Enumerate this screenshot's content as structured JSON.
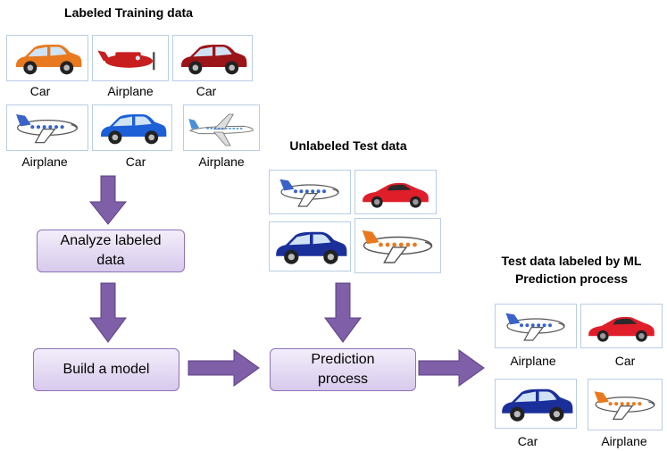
{
  "training": {
    "title": "Labeled Training data",
    "items": [
      {
        "label": "Car",
        "icon": "orange-suv-icon",
        "color": "#e8791f"
      },
      {
        "label": "Airplane",
        "icon": "red-propeller-plane-icon",
        "color": "#c81e1e"
      },
      {
        "label": "Car",
        "icon": "red-sedan-icon",
        "color": "#9b1418"
      },
      {
        "label": "Airplane",
        "icon": "cartoon-airplane-icon",
        "color": "#3a63c9"
      },
      {
        "label": "Car",
        "icon": "blue-sedan-icon",
        "color": "#1d5fd6"
      },
      {
        "label": "Airplane",
        "icon": "jet-airliner-icon",
        "color": "#4a90d9"
      }
    ]
  },
  "test": {
    "title": "Unlabeled Test data",
    "items": [
      {
        "icon": "cartoon-airplane-icon",
        "color": "#3a63c9"
      },
      {
        "icon": "red-sports-car-icon",
        "color": "#e01e2a"
      },
      {
        "icon": "blue-coupe-icon",
        "color": "#1b2f9a"
      },
      {
        "icon": "orange-cartoon-plane-icon",
        "color": "#e8791f"
      }
    ]
  },
  "steps": {
    "analyze": "Analyze labeled data",
    "build": "Build a model",
    "predict": "Prediction process"
  },
  "result": {
    "title": "Test data labeled by  ML Prediction process",
    "items": [
      {
        "label": "Airplane",
        "icon": "cartoon-airplane-icon",
        "color": "#3a63c9"
      },
      {
        "label": "Car",
        "icon": "red-sports-car-icon",
        "color": "#e01e2a"
      },
      {
        "label": "Car",
        "icon": "blue-coupe-icon",
        "color": "#1b2f9a"
      },
      {
        "label": "Airplane",
        "icon": "orange-cartoon-plane-icon",
        "color": "#e8791f"
      }
    ]
  },
  "colors": {
    "arrow": "#7f5fa8",
    "arrow_border": "#5b3f83",
    "box_border": "#8e72b6"
  }
}
